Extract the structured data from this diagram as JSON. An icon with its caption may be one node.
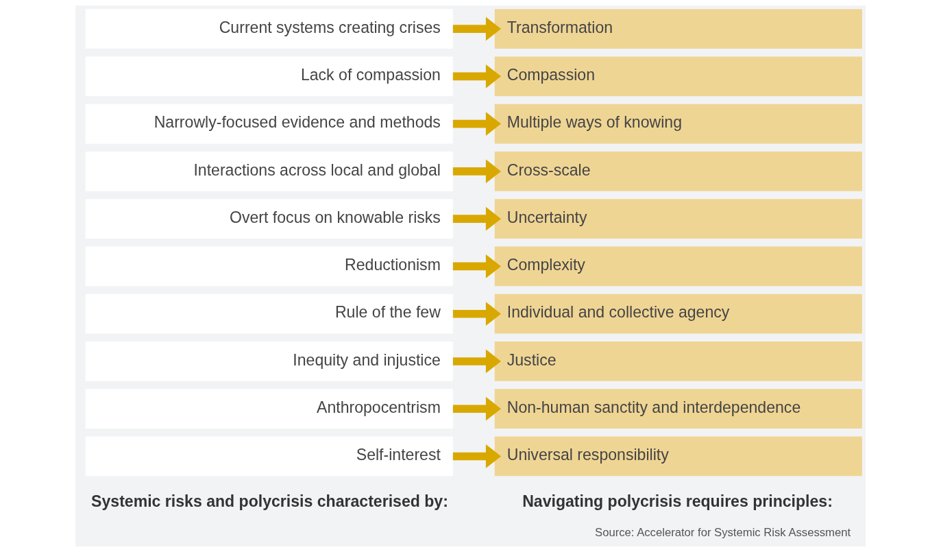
{
  "diagram": {
    "caption": "Source: Accelerator for Systemic Risk Assessment",
    "nodes": [
      {
        "text": [
          "Self-interest"
        ]
      },
      {
        "text": [
          "Anthropocentrism"
        ]
      },
      {
        "text": [
          "Inequity and injustice"
        ]
      },
      {
        "text": [
          "Rule of the few"
        ]
      },
      {
        "text": [
          "Reductionism"
        ]
      },
      {
        "text": [
          "Overt focus on knowable risks"
        ]
      },
      {
        "text": [
          "Interactions across local and global"
        ]
      },
      {
        "text": [
          "Narrowly-focused evidence and methods"
        ]
      },
      {
        "text": [
          "Lack of compassion"
        ]
      },
      {
        "text": [
          "Current systems creating crises"
        ]
      },
      {
        "text": [
          "Universal responsibility"
        ]
      },
      {
        "text": [
          "Non-human sanctity and interdependence"
        ]
      },
      {
        "text": [
          "Justice"
        ]
      },
      {
        "text": [
          "Individual and collective agency"
        ]
      },
      {
        "text": [
          "Complexity"
        ]
      },
      {
        "text": [
          "Uncertainty"
        ]
      },
      {
        "text": [
          "Cross-scale"
        ]
      },
      {
        "text": [
          "Multiple ways of knowing"
        ]
      },
      {
        "text": [
          "Compassion"
        ]
      },
      {
        "text": [
          "Transformation"
        ]
      }
    ],
    "edges": [
      {
        "from": 0,
        "to": 10,
        "arrow": "to"
      },
      {
        "from": 1,
        "to": 11,
        "arrow": "to"
      },
      {
        "from": 2,
        "to": 12,
        "arrow": "to"
      },
      {
        "from": 3,
        "to": 13,
        "arrow": "to"
      },
      {
        "from": 4,
        "to": 14,
        "arrow": "to"
      },
      {
        "from": 5,
        "to": 15,
        "arrow": "to"
      },
      {
        "from": 6,
        "to": 16,
        "arrow": "to"
      },
      {
        "from": 7,
        "to": 17,
        "arrow": "to"
      },
      {
        "from": 8,
        "to": 18,
        "arrow": "to"
      },
      {
        "from": 9,
        "to": 19,
        "arrow": "to"
      }
    ],
    "labels": [
      "Systemic risks and polycrisis characterised by:",
      "Navigating polycrisis requires principles:"
    ]
  }
}
